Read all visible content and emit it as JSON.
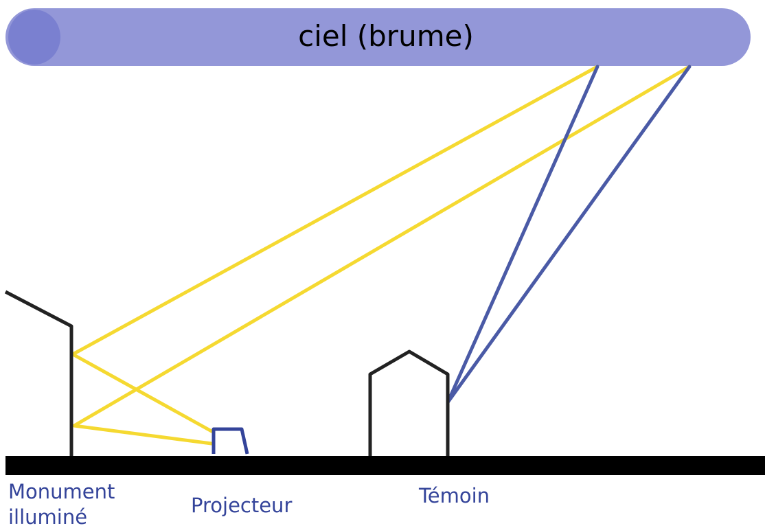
{
  "sky": {
    "label": "ciel (brume)",
    "fill_color": "#9397d8",
    "end_cap_color": "#7a80d0"
  },
  "labels": {
    "monument_line1": "Monument",
    "monument_line2": "illuminé",
    "projector": "Projecteur",
    "witness": "Témoin"
  },
  "colors": {
    "label_text": "#34449a",
    "ground": "#000000",
    "structure": "#222222",
    "projector_outline": "#34449a",
    "light_ray": "#f5d931",
    "sight_line": "#4a5aa6"
  }
}
